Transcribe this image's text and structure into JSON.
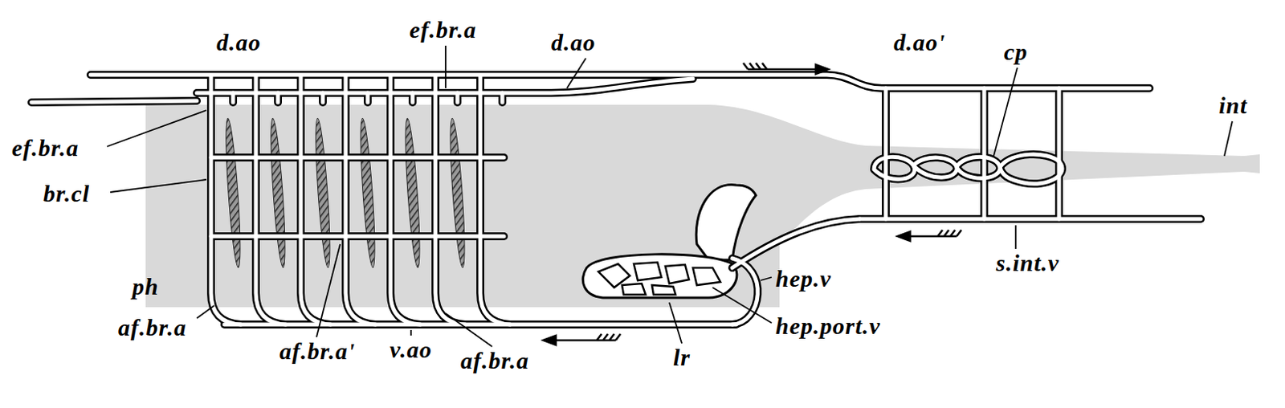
{
  "diagram": {
    "labels": [
      "d.ao",
      "ef.br.a",
      "d.ao",
      "d.ao'",
      "cp",
      "int",
      "ef.br.a",
      "br.cl",
      "ph",
      "af.br.a",
      "af.br.a'",
      "v.ao",
      "af.br.a",
      "lr",
      "hep.v",
      "hep.port.v",
      "s.int.v"
    ]
  }
}
